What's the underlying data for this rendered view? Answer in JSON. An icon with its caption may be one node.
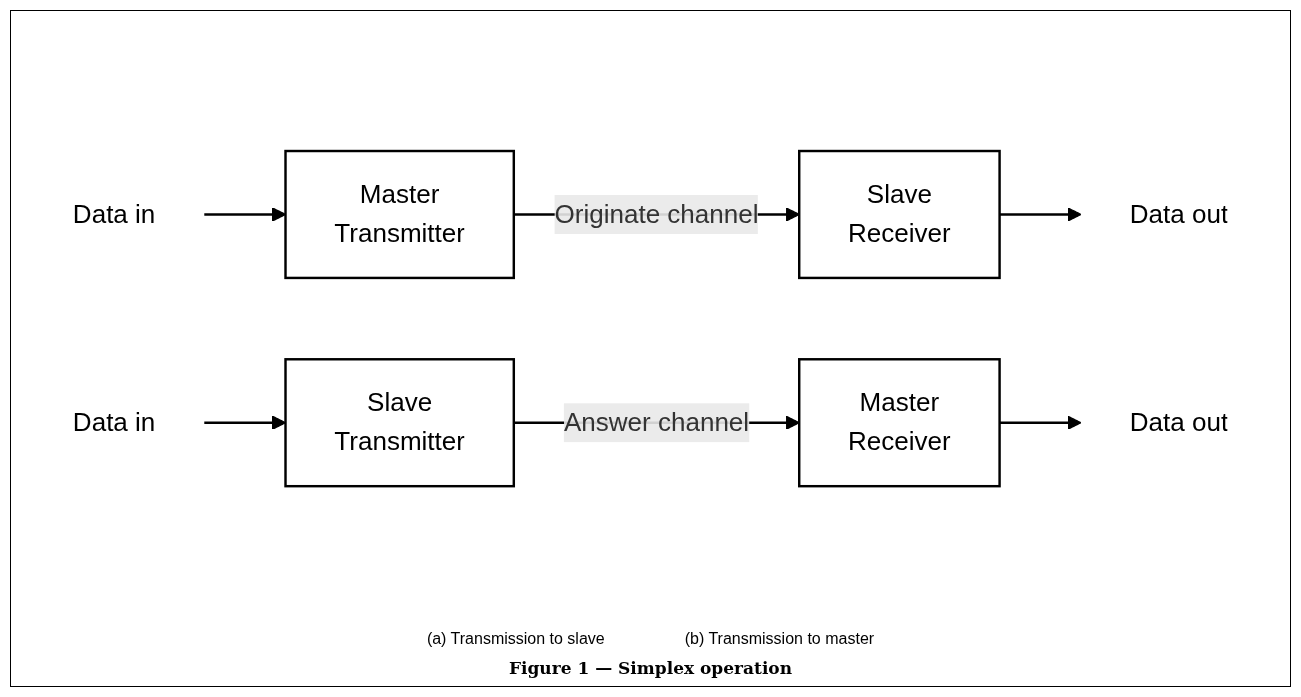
{
  "diagram": {
    "caption": "Figure 1 — Simplex operation",
    "nodes": [
      {
        "text": [
          "Data in"
        ]
      },
      {
        "text": [
          "Master",
          "Transmitter"
        ]
      },
      {
        "text": [
          "Slave",
          "Receiver"
        ]
      },
      {
        "text": [
          "Data out"
        ]
      },
      {
        "text": [
          "Data out"
        ]
      },
      {
        "text": [
          "Master",
          "Receiver"
        ]
      },
      {
        "text": [
          "Slave",
          "Transmitter"
        ]
      },
      {
        "text": [
          "Data in"
        ]
      }
    ],
    "edges": [
      {
        "from": 0,
        "to": 1,
        "arrow": "to"
      },
      {
        "from": 1,
        "to": 2,
        "arrow": "to",
        "label": "Originate channel"
      },
      {
        "from": 2,
        "to": 3,
        "arrow": "to"
      },
      {
        "from": 7,
        "to": 6,
        "arrow": "to"
      },
      {
        "from": 6,
        "to": 5,
        "arrow": "to",
        "label": "Answer channel"
      },
      {
        "from": 5,
        "to": 4,
        "arrow": "to"
      }
    ],
    "labels": [
      "(a) Transmission to slave",
      "(b) Transmission to master"
    ]
  }
}
